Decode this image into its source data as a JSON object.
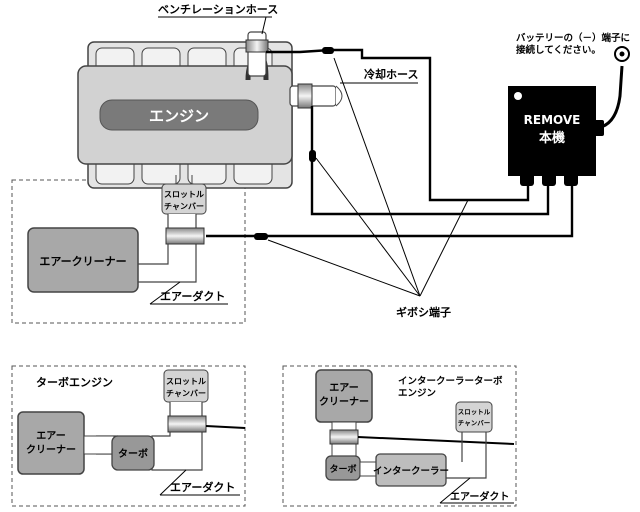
{
  "labels": {
    "ventilation_hose": "ベンチレーションホース",
    "cooling_hose": "冷却ホース",
    "battery_note_line1": "バッテリーの（－）端子に",
    "battery_note_line2": "接続してください。",
    "engine": "エンジン",
    "remove_line1": "REMOVE",
    "remove_line2": "本機",
    "throttle_line1": "スロットル",
    "throttle_line2": "チャンバー",
    "air_cleaner": "エアークリーナー",
    "air_duct": "エアーダクト",
    "gibosi_terminal": "ギボシ端子"
  },
  "turbo": {
    "title": "ターボエンジン",
    "throttle_line1": "スロットル",
    "throttle_line2": "チャンバー",
    "air_cleaner_line1": "エアー",
    "air_cleaner_line2": "クリーナー",
    "turbo": "ターボ",
    "air_duct": "エアーダクト"
  },
  "intercooler": {
    "title_line1": "インタークーラーターボ",
    "title_line2": "エンジン",
    "air_cleaner_line1": "エアー",
    "air_cleaner_line2": "クリーナー",
    "throttle_line1": "スロットル",
    "throttle_line2": "チャンバー",
    "turbo": "ターボ",
    "intercooler": "インタークーラー",
    "air_duct": "エアーダクト"
  },
  "colors": {
    "engine_outer": "#e0e0e0",
    "engine_block": "#cfcfcf",
    "engine_label_bg": "#7f7f7f",
    "air_cleaner": "#a9a9a9",
    "throttle": "#d3d3d3",
    "turbo": "#9a9a9a",
    "device": "#000000"
  }
}
